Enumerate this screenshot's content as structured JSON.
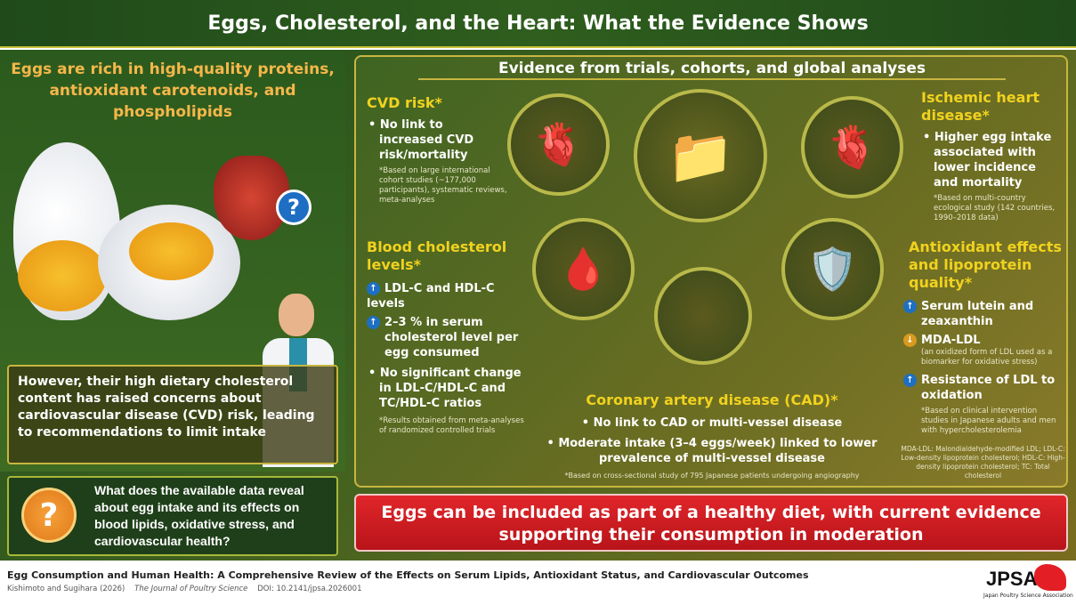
{
  "header": {
    "title": "Eggs, Cholesterol, and the Heart: What the Evidence Shows"
  },
  "left": {
    "title": "Eggs are rich in high-quality proteins, antioxidant carotenoids, and phospholipids",
    "concern": "However, their high dietary cholesterol content has raised concerns about cardiovascular disease (CVD) risk, leading to recommendations to limit intake",
    "question": "What does the available data reveal about egg intake and its effects on blood lipids, oxidative stress, and cardiovascular health?",
    "question_mark": "?",
    "heart_mark": "?"
  },
  "main": {
    "title": "Evidence from trials, cohorts, and global analyses",
    "cvd": {
      "heading": "CVD risk*",
      "bullet": "No link to increased CVD risk/mortality",
      "note": "*Based on large international cohort studies (~177,000 participants), systematic reviews, meta-analyses"
    },
    "ihd": {
      "heading": "Ischemic heart disease*",
      "bullet": "Higher egg intake associated with lower incidence and mortality",
      "note": "*Based on multi-country ecological study (142 countries, 1990–2018 data)"
    },
    "blood": {
      "heading": "Blood cholesterol levels*",
      "items": [
        "LDL-C and HDL-C levels",
        "2–3 % in serum cholesterol level per egg consumed"
      ],
      "bullet": "No significant change in LDL-C/HDL-C and TC/HDL-C ratios",
      "note": "*Results obtained from meta-analyses of randomized controlled trials"
    },
    "antiox": {
      "heading": "Antioxidant effects and lipoprotein quality*",
      "item1": "Serum lutein and zeaxanthin",
      "item2": "MDA-LDL",
      "item2_note": "(an oxidized form of LDL used as a biomarker for oxidative stress)",
      "item3": "Resistance of LDL to oxidation",
      "note": "*Based on clinical intervention studies in Japanese adults and men with hypercholesterolemia",
      "abbrev": "MDA-LDL: Malondialdehyde-modified LDL; LDL-C: Low-density lipoprotein cholesterol; HDL-C: High-density lipoprotein cholesterol; TC: Total cholesterol"
    },
    "cad": {
      "heading": "Coronary artery disease (CAD)*",
      "bullets": [
        "No link to CAD or multi-vessel disease",
        "Moderate intake (3–4 eggs/week) linked to lower prevalence of multi-vessel disease"
      ],
      "note": "*Based on cross-sectional study of 795 Japanese patients undergoing angiography"
    }
  },
  "banner": {
    "text": "Eggs can be included as part of a healthy diet, with current evidence supporting their consumption in moderation"
  },
  "footer": {
    "title": "Egg Consumption and Human Health: A Comprehensive Review of the Effects on Serum Lipids, Antioxidant Status, and Cardiovascular Outcomes",
    "authors": "Kishimoto and Sugihara (2026)",
    "journal": "The Journal of Poultry Science",
    "doi": "DOI: 10.2141/jpsa.2026001",
    "logo": "JPSA",
    "logo_sub": "Japan Poultry Science Association"
  },
  "arrows": {
    "up": "↑",
    "down": "↓"
  },
  "colors": {
    "accent_yellow": "#f1d21e",
    "banner_red": "#d61f26",
    "orange": "#f6b74a"
  }
}
